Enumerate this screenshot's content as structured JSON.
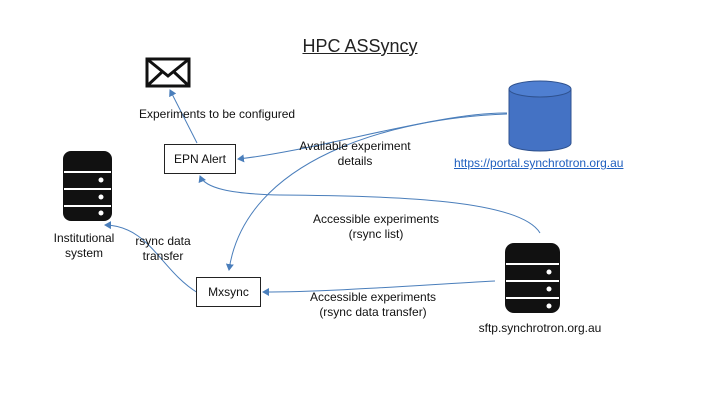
{
  "title": "HPC ASSyncy",
  "nodes": {
    "epn_alert": "EPN Alert",
    "mxsync": "Mxsync",
    "institutional": "Institutional\nsystem",
    "portal_url": "https://portal.synchrotron.org.au",
    "sftp": "sftp.synchrotron.org.au"
  },
  "labels": {
    "experiments_configured": "Experiments to be configured",
    "available_details": "Available experiment\ndetails",
    "accessible_rsync_list": "Accessible experiments\n(rsync list)",
    "accessible_data_transfer": "Accessible experiments\n(rsync data transfer)",
    "rsync_data_transfer": "rsync data\ntransfer"
  },
  "icons": {
    "envelope": "envelope-icon",
    "database_institutional": "database-icon",
    "database_portal": "database-icon",
    "database_sftp": "database-icon"
  },
  "colors": {
    "arrow": "#4a7ebb",
    "portal_cylinder": "#4472c4",
    "link": "#1f5fbf"
  }
}
